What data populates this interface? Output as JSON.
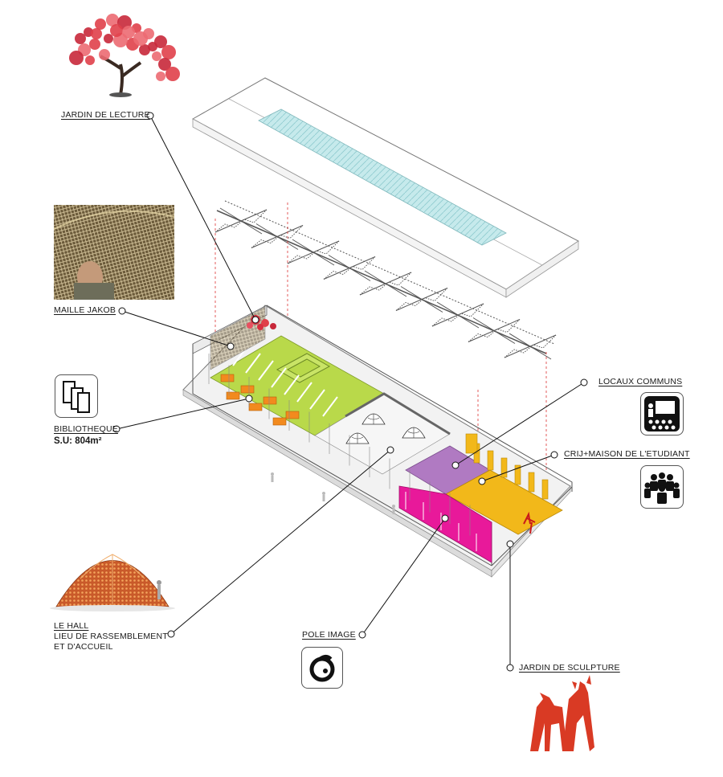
{
  "labels": {
    "jardin_lecture": "JARDIN DE LECTURE",
    "maille_jakob": "MAILLE JAKOB",
    "bibliotheque": "BIBLIOTHEQUE",
    "bibliotheque_su": "S.U: 804m²",
    "locaux_communs": "LOCAUX COMMUNS",
    "crij": "CRIJ+MAISON DE L'ETUDIANT",
    "le_hall": "LE HALL",
    "le_hall_line1": "LIEU DE RASSEMBLEMENT",
    "le_hall_line2": "ET D'ACCUEIL",
    "pole_image": "POLE IMAGE",
    "jardin_sculpture": "JARDIN DE SCULPTURE"
  },
  "colors": {
    "library": "#b9d94a",
    "library_desks": "#f28a1e",
    "communal": "#b07ac2",
    "crij": "#f2b81a",
    "pole_image": "#e8199a",
    "tree": "#e0404a",
    "sculpture": "#d93a24",
    "roof_glass": "#bfe6e8"
  },
  "icons": [
    "tree-image",
    "mesh-photo",
    "books-icon",
    "presentation-icon",
    "group-icon",
    "dome-image",
    "pole-image-logo",
    "sculpture-image"
  ]
}
